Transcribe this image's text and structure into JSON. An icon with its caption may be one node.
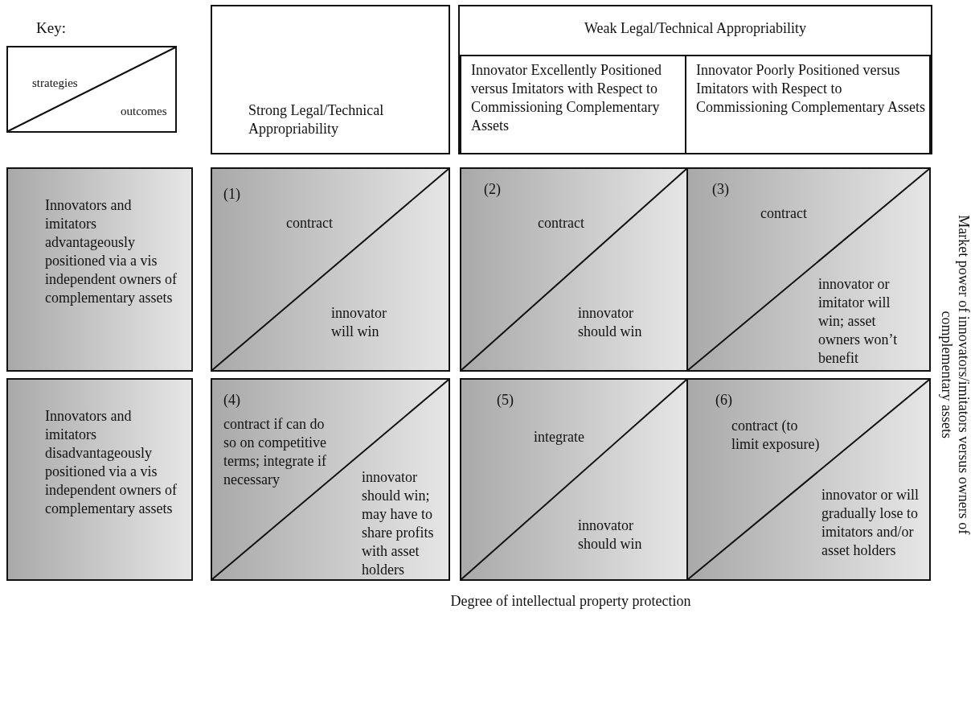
{
  "diagram": {
    "nodes": [
      {
        "text": [
          "Key:",
          "strategies",
          "outcomes"
        ]
      },
      {
        "text": [
          "Strong Legal/Technical Appropriability"
        ]
      },
      {
        "text": [
          "Weak Legal/Technical Appropriability"
        ]
      },
      {
        "text": [
          "Innovator Excellently Positioned versus Imitators with Respect to Commissioning Complementary Assets"
        ],
        "in": 2
      },
      {
        "text": [
          "Innovator Poorly Positioned versus Imitators with Respect to Commissioning Complementary Assets"
        ],
        "in": 2
      },
      {
        "text": [
          "Innovators and imitators advantageously positioned via a vis independent owners of complementary assets"
        ]
      },
      {
        "text": [
          "(1)",
          "contract",
          "innovator will win"
        ]
      },
      {
        "text": [
          "(2)",
          "contract",
          "innovator should win"
        ]
      },
      {
        "text": [
          "(3)",
          "contract",
          "innovator or imitator will win; asset owners won’t benefit"
        ]
      },
      {
        "text": [
          "Innovators and imitators disadvantageously positioned via a vis independent owners of complementary assets"
        ]
      },
      {
        "text": [
          "(4)",
          "contract if can do so on competitive terms; integrate if necessary",
          "innovator should win; may have to share profits with asset holders"
        ]
      },
      {
        "text": [
          "(5)",
          "integrate",
          "innovator should win"
        ]
      },
      {
        "text": [
          "(6)",
          "contract (to limit exposure)",
          "innovator or will gradually lose to imitators and/or asset holders"
        ]
      }
    ],
    "labels": [
      "Degree of intellectual property protection",
      "Market power of innovators/imitators versus owners of complementary assets"
    ]
  }
}
